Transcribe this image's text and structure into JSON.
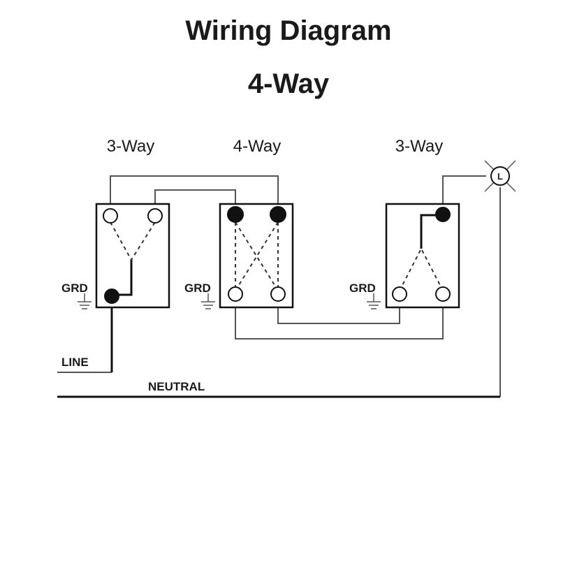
{
  "title": "Wiring Diagram",
  "subtitle": "4-Way",
  "switches": [
    {
      "label": "3-Way"
    },
    {
      "label": "4-Way"
    },
    {
      "label": "3-Way"
    }
  ],
  "labels": {
    "ground": "GRD",
    "line": "LINE",
    "neutral": "NEUTRAL",
    "lamp": "L"
  }
}
